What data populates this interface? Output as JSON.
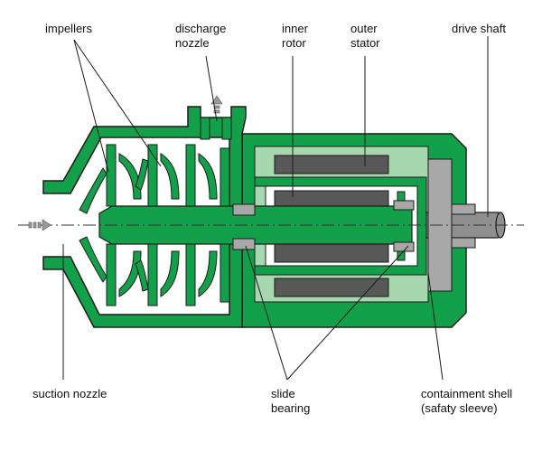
{
  "labels": {
    "impellers": "impellers",
    "discharge_nozzle": [
      "discharge",
      "nozzle"
    ],
    "inner_rotor": [
      "inner",
      "rotor"
    ],
    "outer_stator": [
      "outer",
      "stator"
    ],
    "drive_shaft": "drive shaft",
    "suction_nozzle": "suction nozzle",
    "slide_bearing": [
      "slide",
      "bearing"
    ],
    "containment_shell": [
      "containment shell",
      "(safaty sleeve)"
    ]
  },
  "colors": {
    "casing_green": "#12a14a",
    "light_green": "#a7d7ae",
    "magnet_dark": "#585858",
    "bearing_gray": "#a8a8a8",
    "shaft_gray": "#8f8f8f",
    "outline": "#1a1a1a"
  }
}
